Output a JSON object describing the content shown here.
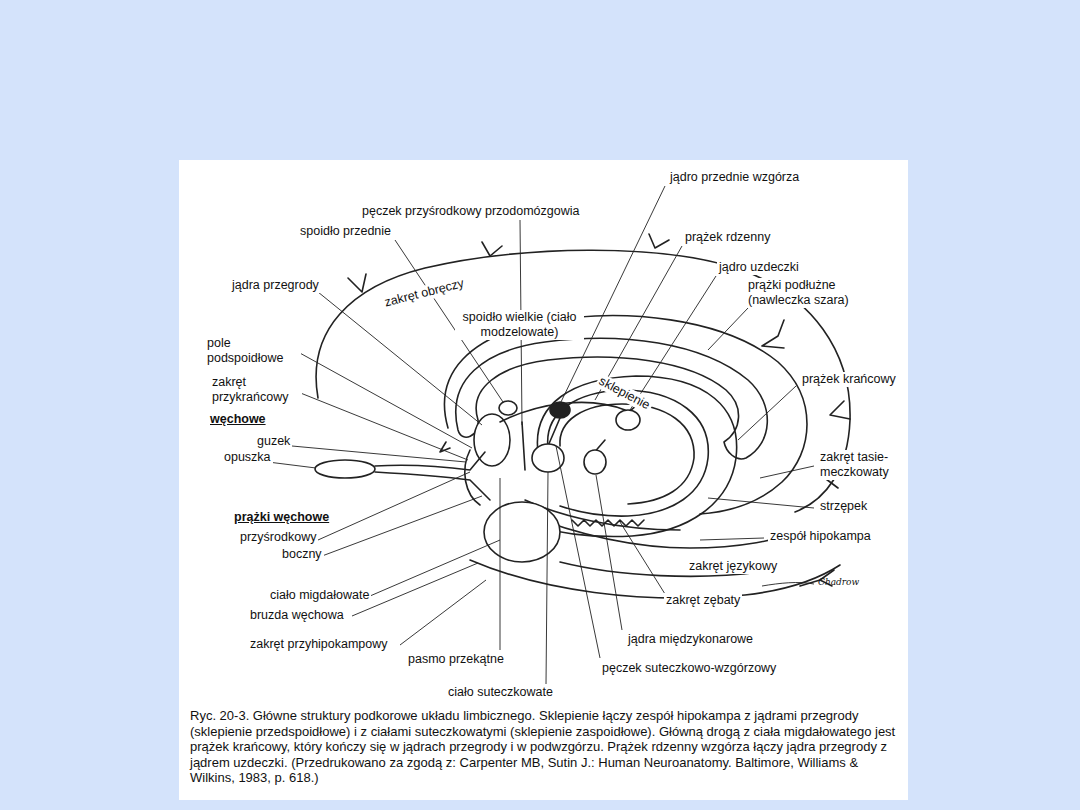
{
  "diagram": {
    "caption": "Ryc. 20-3. Główne struktury podkorowe układu limbicznego. Sklepienie łączy zespół hipokampa z jądrami przegrody (sklepienie przedspoidłowe) i z ciałami suteczkowatymi (sklepienie zaspoidłowe). Główną drogą z ciała migdałowatego jest prążek krańcowy, który kończy się w jądrach przegrody i w podwzgórzu. Prążek rdzenny wzgórza łączy jądra przegrody z jądrem uzdeczki. (Przedrukowano za zgodą z: Carpenter MB, Sutin J.: Human Neuroanatomy. Baltimore, Williams & Wilkins, 1983, p. 618.)",
    "labels": [
      "jądro przednie wzgórza",
      "pęczek przyśrodkowy przodomózgowia",
      "spoidło przednie",
      "prążek rdzenny",
      "jądro uzdeczki",
      "prążki podłużne (nawleczka szara)",
      "jądra przegrody",
      "zakręt obręczy",
      "spoidło wielkie (ciało modzelowate)",
      "pole podspoidłowe",
      "sklepienie",
      "prążek krańcowy",
      "zakręt przykrańcowy",
      "węchowe",
      "guzek",
      "opuszka",
      "zakręt tasie- meczkowaty",
      "strzępek",
      "prążki węchowe",
      "zespół hipokampa",
      "przyśrodkowy",
      "boczny",
      "zakręt językowy",
      "Chadrow",
      "ciało migdałowate",
      "zakręt zębaty",
      "bruzda węchowa",
      "jądra międzykonarowe",
      "zakręt przyhipokampowy",
      "pasmo przekątne",
      "pęczek suteczkowo-wzgórzowy",
      "ciało suteczkowate"
    ]
  }
}
